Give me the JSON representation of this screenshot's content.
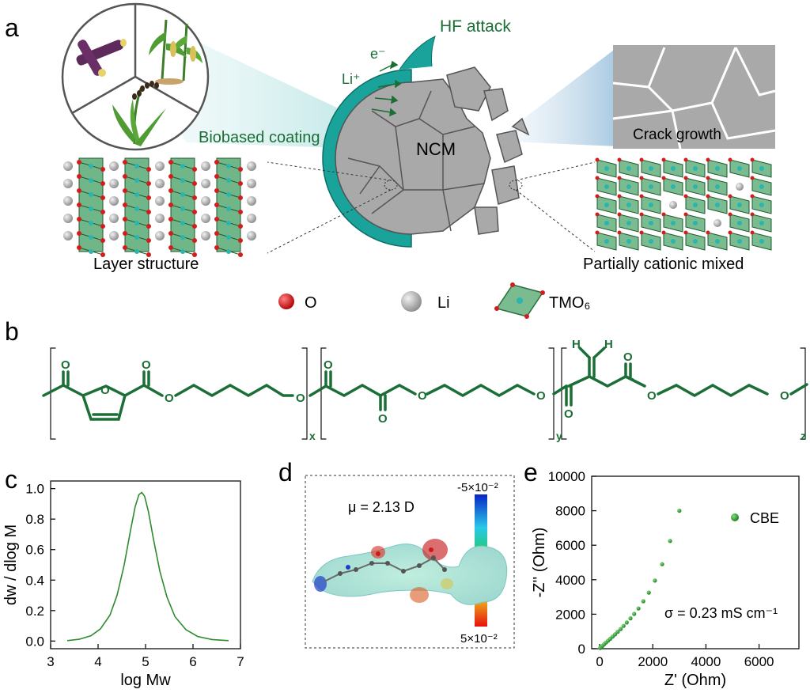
{
  "panels": {
    "a": "a",
    "b": "b",
    "c": "c",
    "d": "d",
    "e": "e"
  },
  "panel_a": {
    "hf_attack": "HF attack",
    "electron": "e⁻",
    "lithium_ion": "Li⁺",
    "coating_label": "Biobased coating",
    "ncm_label": "NCM",
    "crack_label": "Crack growth",
    "layer_label": "Layer structure",
    "mixed_label": "Partially cationic mixed",
    "legend_o": "O",
    "legend_li": "Li",
    "legend_tmo": "TMO₆"
  },
  "panel_b": {
    "o": "O",
    "h": "H",
    "x": "x",
    "y": "y",
    "z": "z"
  },
  "panel_d": {
    "dipole": "μ = 2.13 D",
    "scale_top": "-5×10⁻²",
    "scale_bottom": "5×10⁻²"
  },
  "panel_e": {
    "legend": "CBE",
    "sigma": "σ = 0.23 mS cm⁻¹"
  },
  "colors": {
    "green": "#1b6e36",
    "coating": "#1aa39a",
    "particle": "#a9a9a9",
    "octahedron": "#4da46a",
    "oxygen": "#d41c1c",
    "li": "#b0b0b0",
    "tm": "#2bb5b0"
  },
  "chart_data": [
    {
      "type": "line",
      "panel": "c",
      "xlabel": "log Mw",
      "ylabel": "dw / dlog M",
      "xlim": [
        3,
        7
      ],
      "ylim": [
        -0.05,
        1.05
      ],
      "xticks": [
        "3",
        "4",
        "5",
        "6",
        "7"
      ],
      "yticks": [
        "0.0",
        "0.2",
        "0.4",
        "0.6",
        "0.8",
        "1.0"
      ],
      "x": [
        3.35,
        3.6,
        3.85,
        4.05,
        4.25,
        4.4,
        4.55,
        4.68,
        4.78,
        4.86,
        4.92,
        4.98,
        5.06,
        5.16,
        5.3,
        5.45,
        5.62,
        5.85,
        6.1,
        6.4,
        6.75
      ],
      "y": [
        0.003,
        0.012,
        0.035,
        0.08,
        0.17,
        0.3,
        0.5,
        0.72,
        0.88,
        0.96,
        0.975,
        0.95,
        0.85,
        0.68,
        0.46,
        0.29,
        0.16,
        0.075,
        0.03,
        0.01,
        0.003
      ]
    },
    {
      "type": "scatter",
      "panel": "e",
      "xlabel": "Z' (Ohm)",
      "ylabel": "-Z'' (Ohm)",
      "xlim": [
        -300,
        7500
      ],
      "ylim": [
        0,
        10000
      ],
      "xticks": [
        "0",
        "2000",
        "4000",
        "6000"
      ],
      "yticks": [
        "0",
        "2000",
        "4000",
        "6000",
        "8000",
        "10000"
      ],
      "series": [
        {
          "name": "CBE",
          "x": [
            20,
            60,
            110,
            170,
            240,
            320,
            400,
            490,
            580,
            680,
            790,
            900,
            1020,
            1160,
            1300,
            1460,
            1640,
            1850,
            2080,
            2350,
            2650,
            3000
          ],
          "y": [
            40,
            100,
            170,
            260,
            360,
            470,
            580,
            700,
            830,
            980,
            1140,
            1320,
            1520,
            1760,
            2020,
            2330,
            2750,
            3250,
            3950,
            4900,
            6250,
            8000
          ]
        }
      ]
    }
  ]
}
